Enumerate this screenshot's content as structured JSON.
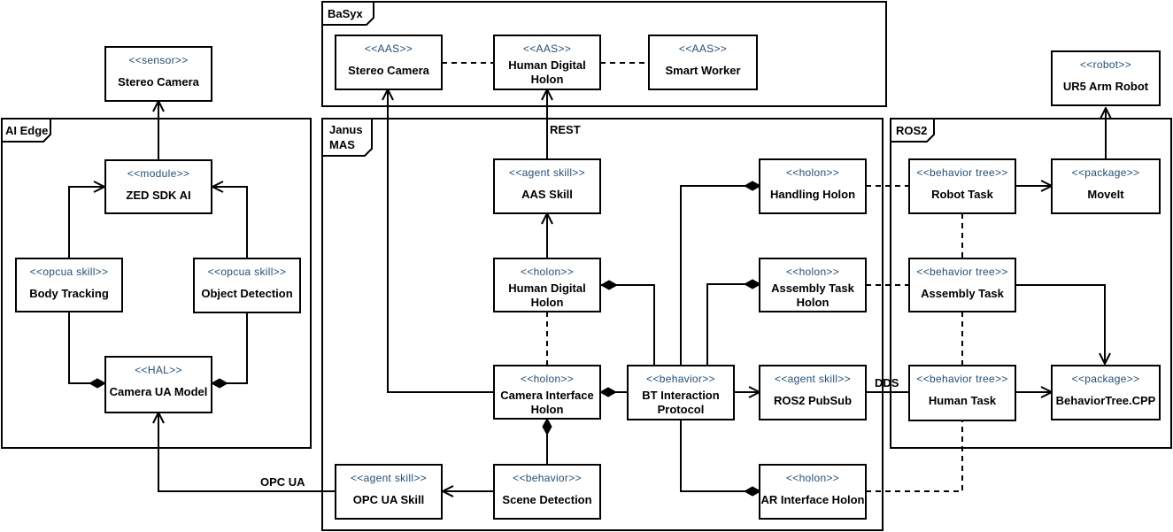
{
  "frames": {
    "basyx": "BaSyx",
    "ai_edge": "AI Edge",
    "janus": [
      "Janus",
      "MAS"
    ],
    "ros2": "ROS2"
  },
  "nodes": {
    "stereo_camera_sensor": {
      "stereotype": "<<sensor>>",
      "name": [
        "Stereo  Camera"
      ]
    },
    "aas_stereo_camera": {
      "stereotype": "<<AAS>>",
      "name": [
        "Stereo Camera"
      ]
    },
    "aas_human_digital_holon": {
      "stereotype": "<<AAS>>",
      "name": [
        "Human Digital",
        "Holon"
      ]
    },
    "aas_smart_worker": {
      "stereotype": "<<AAS>>",
      "name": [
        "Smart Worker"
      ]
    },
    "ur5_arm_robot": {
      "stereotype": "<<robot>>",
      "name": [
        "UR5 Arm Robot"
      ]
    },
    "zed_sdk_ai": {
      "stereotype": "<<module>>",
      "name": [
        "ZED SDK AI"
      ]
    },
    "body_tracking": {
      "stereotype": "<<opcua skill>>",
      "name": [
        "Body Tracking"
      ]
    },
    "object_detection": {
      "stereotype": "<<opcua skill>>",
      "name": [
        "Object Detection"
      ]
    },
    "camera_ua_model": {
      "stereotype": "<<HAL>>",
      "name": [
        "Camera UA Model"
      ]
    },
    "aas_skill": {
      "stereotype": "<<agent skill>>",
      "name": [
        "AAS Skill"
      ]
    },
    "human_digital_holon": {
      "stereotype": "<<holon>>",
      "name": [
        "Human Digital",
        "Holon"
      ]
    },
    "camera_interface_holon": {
      "stereotype": "<<holon>>",
      "name": [
        "Camera Interface",
        "Holon"
      ]
    },
    "scene_detection": {
      "stereotype": "<<behavior>>",
      "name": [
        "Scene Detection"
      ]
    },
    "opc_ua_skill": {
      "stereotype": "<<agent skill>>",
      "name": [
        "OPC UA Skill"
      ]
    },
    "bt_interaction_protocol": {
      "stereotype": "<<behavior>>",
      "name": [
        "BT Interaction",
        "Protocol"
      ]
    },
    "handling_holon": {
      "stereotype": "<<holon>>",
      "name": [
        "Handling Holon"
      ]
    },
    "assembly_task_holon": {
      "stereotype": "<<holon>>",
      "name": [
        "Assembly Task",
        "Holon"
      ]
    },
    "ros2_pubsub": {
      "stereotype": "<<agent skill>>",
      "name": [
        "ROS2 PubSub"
      ]
    },
    "ar_interface_holon": {
      "stereotype": "<<holon>>",
      "name": [
        "AR Interface Holon"
      ]
    },
    "robot_task": {
      "stereotype": "<<behavior tree>>",
      "name": [
        "Robot Task"
      ]
    },
    "assembly_task": {
      "stereotype": "<<behavior tree>>",
      "name": [
        "Assembly Task"
      ]
    },
    "human_task": {
      "stereotype": "<<behavior tree>>",
      "name": [
        "Human Task"
      ]
    },
    "moveit": {
      "stereotype": "<<package>>",
      "name": [
        "MoveIt"
      ]
    },
    "behaviortree_cpp": {
      "stereotype": "<<package>>",
      "name": [
        "BehaviorTree.CPP"
      ]
    }
  },
  "labels": {
    "rest": "REST",
    "opc_ua": "OPC UA",
    "dds": "DDS"
  }
}
